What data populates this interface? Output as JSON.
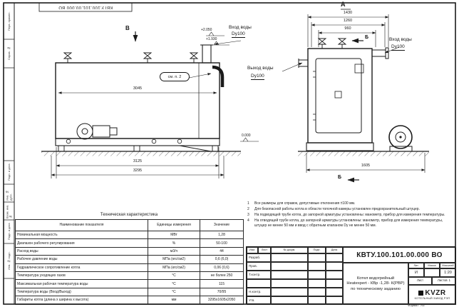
{
  "colors": {
    "ink": "#1b1b1b",
    "paper": "#ffffff"
  },
  "frame": {
    "top_stamp": "КВТУ.100.101.00.000 ВО",
    "labels": [
      "Перв. примен.",
      "Справ. №",
      "Подп. и дата",
      "Инв. № дубл.",
      "Взам. инв. №",
      "Подп. и дата",
      "Инв. № подл."
    ],
    "format_label": "Формат",
    "format_value": "А3"
  },
  "side_view": {
    "section_label": "В",
    "see_note": "см. п. 2",
    "inlet_label": "Вход воды",
    "inlet_size": "Dy100",
    "level_plus_2050": "+2.050",
    "level_plus_1930": "+1.930",
    "level_zero": "0.000",
    "dim_body": "3045",
    "dim_frame": "3125",
    "dim_overall": "3295"
  },
  "front_view": {
    "view_label": "А",
    "section_label_top": "Б",
    "section_label_bottom": "Б",
    "dim_overall": "1430",
    "dim_mid": "1260",
    "dim_inner": "960",
    "dim_bottom": "1605",
    "inlet_label": "Вход воды",
    "inlet_size": "Dy100",
    "outlet_label": "Выход воды",
    "outlet_size": "Dy100"
  },
  "notes": [
    {
      "num": "1",
      "text": "Все размеры для справок, допустимые отклонения ±100 мм."
    },
    {
      "num": "2",
      "text": "Для безопасной работы котла в области топочной камеры установлен предохранительный штуцер."
    },
    {
      "num": "3",
      "text": "На подводящей трубе котла, до запорной арматуры установлены: манометр, прибор для измерения температуры."
    },
    {
      "num": "4",
      "text": "На отводящей трубе котла, до запорной арматуры установлены: манометр, прибор для измерения температуры, штуцер не менее 50 мм и ввод с обратным клапаном Dy не менее 50 мм."
    }
  ],
  "spec_table": {
    "title": "Техническая характеристика",
    "headers": [
      "Наименование показателя",
      "Единицы измерения",
      "Значение"
    ],
    "rows": [
      {
        "name": "Номинальная мощность",
        "units": "МВт",
        "value": "1,28"
      },
      {
        "name": "Диапазон рабочего регулирования",
        "units": "%",
        "value": "50-100"
      },
      {
        "name": "Расход воды",
        "units": "м3/ч",
        "value": "44"
      },
      {
        "name": "Рабочее давление воды",
        "units": "МПа (кгс/см2)",
        "value": "0,6 (6,0)"
      },
      {
        "name": "Гидравлическое сопротивление котла",
        "units": "МПа (кгс/см2)",
        "value": "0,06 (0,6)"
      },
      {
        "name": "Температура уходящих газов",
        "units": "°С",
        "value": "не более 250"
      },
      {
        "name": "Максимальная рабочая температура воды",
        "units": "°С",
        "value": "115"
      },
      {
        "name": "Температура воды (Вход/Выход)",
        "units": "°С",
        "value": "70/95"
      },
      {
        "name": "Габариты котла (длина х ширина х высота)",
        "units": "мм",
        "value": "3295х1605х2050"
      }
    ]
  },
  "title_block": {
    "doc_number": "КВТУ.100.101.00.000 ВО",
    "header_cols": [
      "Изм.",
      "Лист",
      "№ докум.",
      "Подп.",
      "Дата"
    ],
    "roles": [
      "Разраб.",
      "Пров.",
      "Т.контр.",
      "",
      "Н.контр.",
      "Утв."
    ],
    "product_line1": "Котел водогрейный",
    "product_line2": "Heatexpert - КВр -1,28- К(РВР)",
    "product_line3": "по техническому заданию",
    "lit_label": "Лит.",
    "lit_value": "И",
    "mass_label": "Масса",
    "mass_value": "",
    "scale_label": "Масштаб",
    "scale_value": "1:20",
    "sheet_label": "Лист",
    "sheets_label": "Листов",
    "sheets_value": "1",
    "company": "KVZR",
    "company_sub": "КОТЕЛЬНЫЙ ЗАВОД РЭП"
  }
}
